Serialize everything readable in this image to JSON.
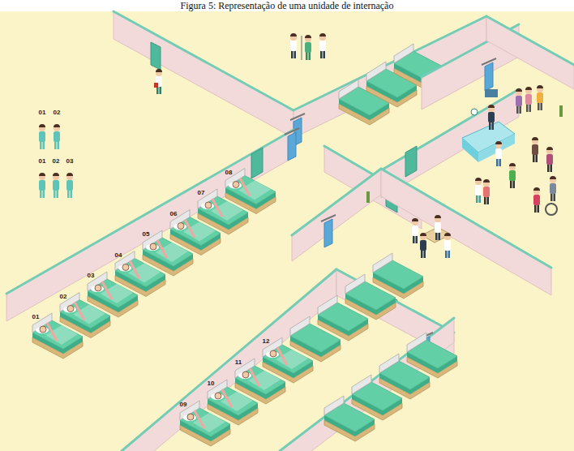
{
  "diagram": {
    "title": "Figura 5: Representação de uma unidade de internação",
    "labels": [
      "01",
      "02",
      "01",
      "02",
      "03",
      "01",
      "02",
      "03",
      "04",
      "05",
      "06",
      "07",
      "08",
      "09",
      "10",
      "11",
      "12"
    ]
  }
}
